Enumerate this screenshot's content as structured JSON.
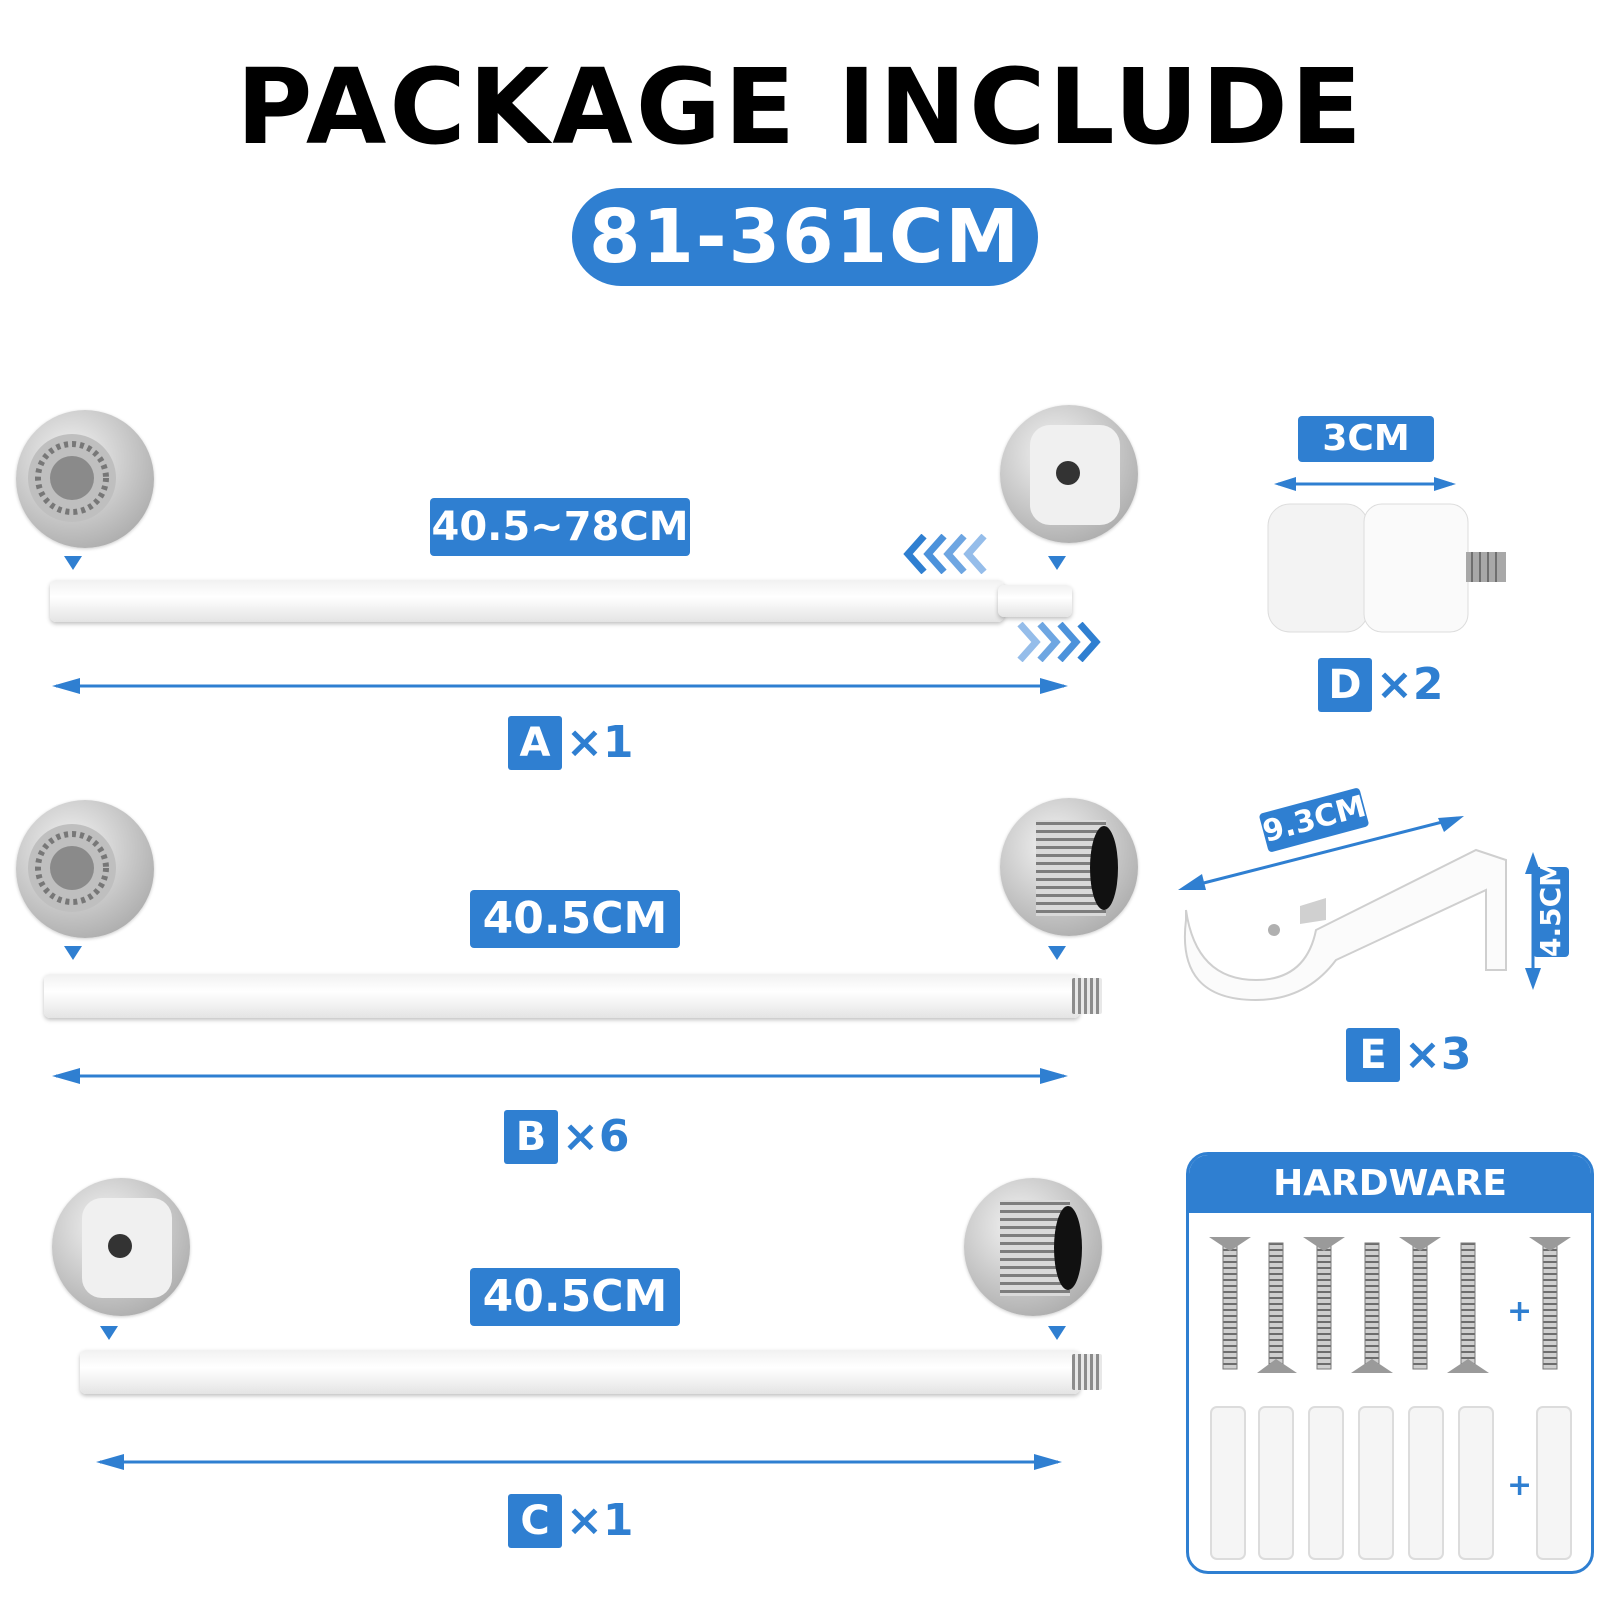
{
  "title": "PACKAGE INCLUDE",
  "range": "81-361CM",
  "items": {
    "a": {
      "length": "40.5~78CM",
      "letter": "A",
      "qty": "×1"
    },
    "b": {
      "length": "40.5CM",
      "letter": "B",
      "qty": "×6"
    },
    "c": {
      "length": "40.5CM",
      "letter": "C",
      "qty": "×1"
    },
    "d": {
      "width": "3CM",
      "letter": "D",
      "qty": "×2"
    },
    "e": {
      "width": "9.3CM",
      "height": "4.5CM",
      "letter": "E",
      "qty": "×3"
    }
  },
  "hardware": {
    "title": "HARDWARE",
    "plus1": "+",
    "plus2": "+"
  },
  "colors": {
    "accent": "#2f7fd1",
    "rod": "#ffffff"
  }
}
